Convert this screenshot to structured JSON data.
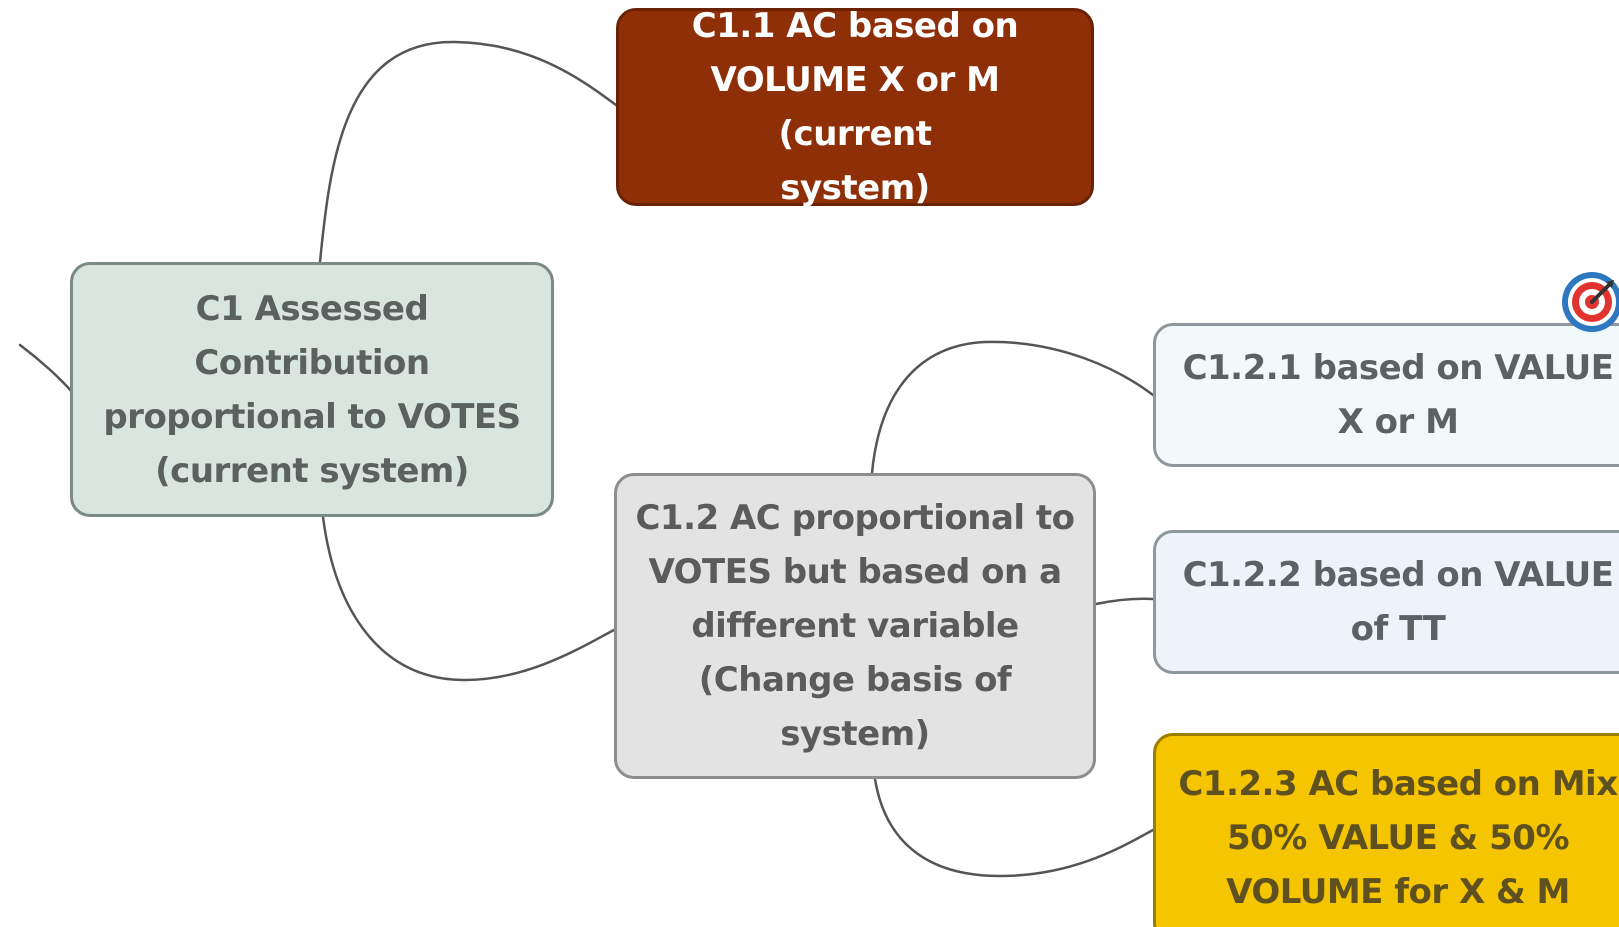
{
  "nodes": {
    "c1": "C1 Assessed\nContribution\nproportional  to VOTES\n(current system)",
    "c1_1": "C1.1 AC based on\nVOLUME X or M (current\nsystem)",
    "c1_2": "C1.2   AC proportional to\nVOTES but based on a\ndifferent variable\n(Change basis of\nsystem)",
    "c1_2_1": "C1.2.1  based on VALUE\nX or M",
    "c1_2_2": "C1.2.2   based on VALUE\nof TT",
    "c1_2_3": "C1.2.3  AC based on Mix\n50%  VALUE & 50%\nVOLUME for X & M"
  },
  "icons": {
    "marker": "target-icon"
  },
  "colors": {
    "c1_fill": "#d9e5df",
    "c1_1_fill": "#8f2f08",
    "c1_2_fill": "#e3e3e3",
    "c1_2_1_fill": "#f1f9fb",
    "c1_2_2_fill": "#eef3f9",
    "c1_2_3_fill": "#f4c500",
    "connector": "#555555"
  }
}
